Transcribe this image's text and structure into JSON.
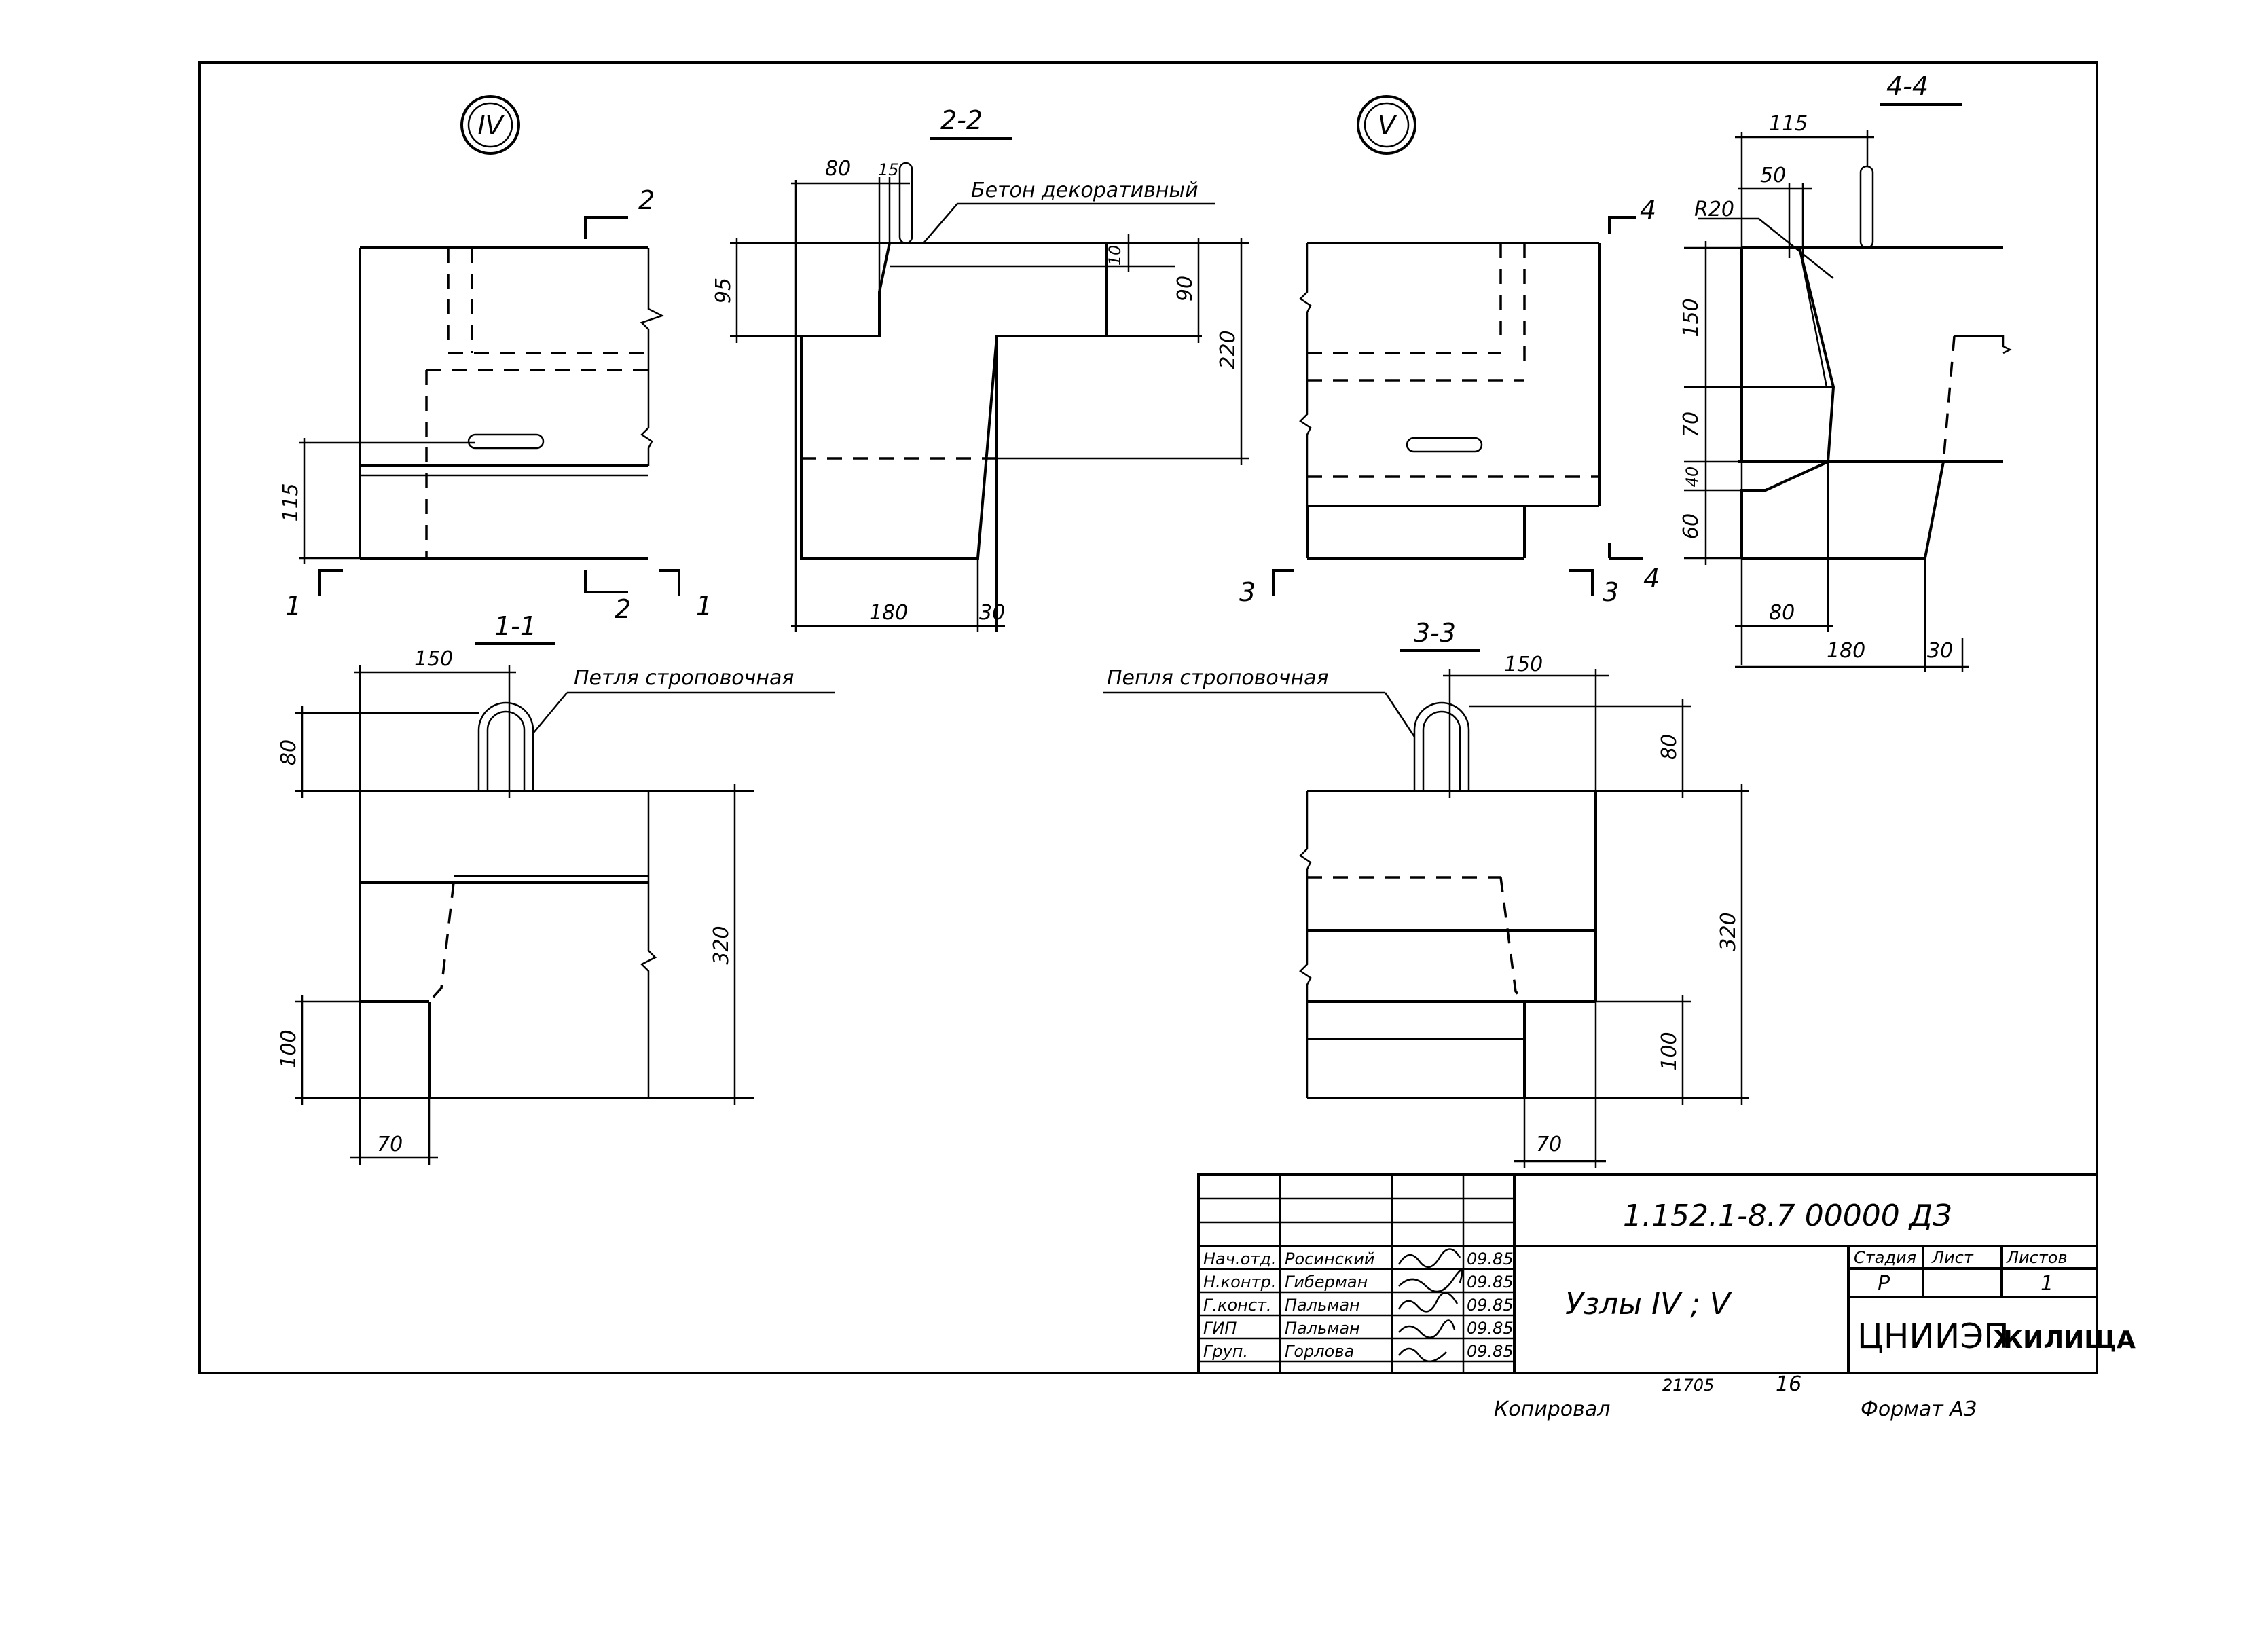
{
  "drawing": {
    "node_iv_label": "IV",
    "node_v_label": "V",
    "section_2_2": "2-2",
    "section_4_4": "4-4",
    "section_1_1": "1-1",
    "section_3_3": "3-3",
    "cut_marks": {
      "c1": "1",
      "c2": "2",
      "c3": "3",
      "c4": "4"
    },
    "labels": {
      "decor_concrete": "Бетон декоративный",
      "lifting_loop_1": "Петля строповочная",
      "lifting_loop_2": "Пепля строповочная",
      "r20": "R20"
    },
    "dims": {
      "v115": "115",
      "d80": "80",
      "d15": "15",
      "d95": "95",
      "d90": "90",
      "d220": "220",
      "d180a": "180",
      "d30a": "30",
      "d10": "10",
      "h115": "115",
      "d50": "50",
      "d150v": "150",
      "d70v": "70",
      "d40": "40",
      "d60": "60",
      "d80b": "80",
      "d180b": "180",
      "d30b": "30",
      "d150a": "150",
      "d80c": "80",
      "d320a": "320",
      "d100a": "100",
      "d70a": "70",
      "d150b": "150",
      "d80d": "80",
      "d320b": "320",
      "d100b": "100",
      "d70b": "70"
    }
  },
  "title_block": {
    "code": "1.152.1-8.7 00000 ДЗ",
    "title": "Узлы IV ; V",
    "stage_hdr": "Стадия",
    "sheet_hdr": "Лист",
    "sheets_hdr": "Листов",
    "stage": "Р",
    "sheets": "1",
    "org": "ЦНИИЭП",
    "org2": "ЖИЛИЩА",
    "roles": [
      "Нач.отд.",
      "Н.контр.",
      "Г.конст.",
      "ГИП",
      "Груп."
    ],
    "names": [
      "Росинский",
      "Гиберман",
      "Пальман",
      "Пальман",
      "Горлова"
    ],
    "dates": [
      "09.85",
      "09.85",
      "09.85",
      "09.85",
      "09.85"
    ]
  },
  "footer": {
    "copied": "Копировал",
    "num": "21705",
    "num2": "16",
    "format": "Формат АЗ"
  }
}
